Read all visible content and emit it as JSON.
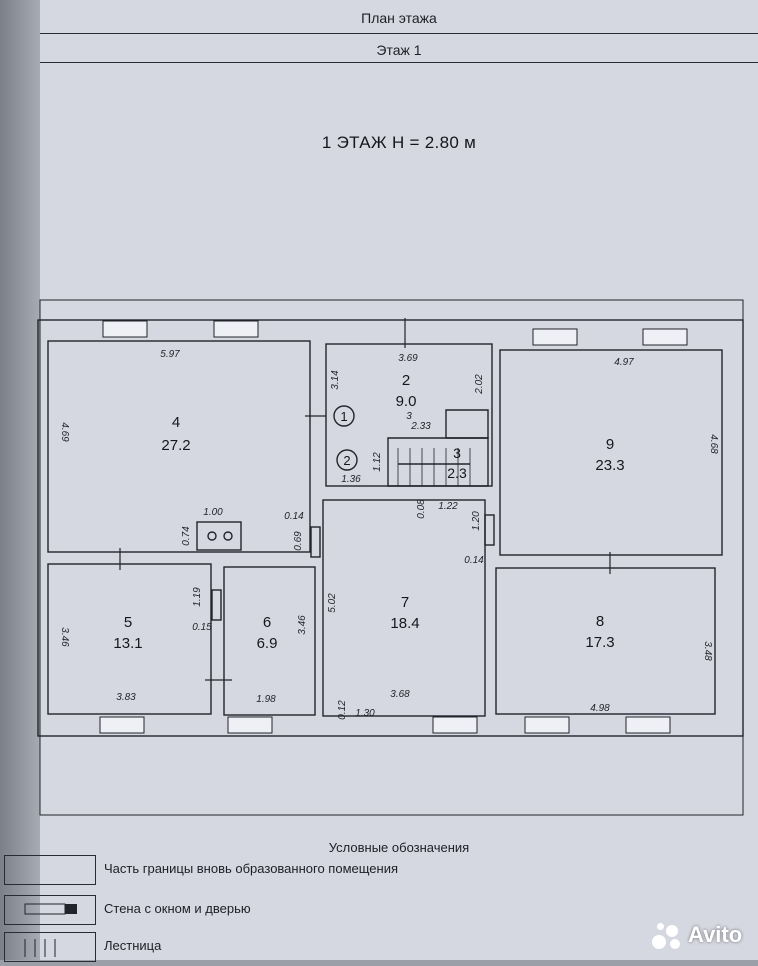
{
  "header": {
    "top_title": "План этажа",
    "floor_tab": "Этаж 1"
  },
  "plan_title": "1 ЭТАЖ H = 2.80 м",
  "rooms": [
    {
      "number": "4",
      "area": "27.2"
    },
    {
      "number": "2",
      "area": "9.0"
    },
    {
      "number": "3",
      "area": "2.3"
    },
    {
      "number": "9",
      "area": "23.3"
    },
    {
      "number": "5",
      "area": "13.1"
    },
    {
      "number": "6",
      "area": "6.9"
    },
    {
      "number": "7",
      "area": "18.4"
    },
    {
      "number": "8",
      "area": "17.3"
    }
  ],
  "dimensions": [
    "5.97",
    "4.69",
    "1.00",
    "0.74",
    "0.14",
    "0.69",
    "3.69",
    "3.14",
    "2.02",
    "2.33",
    "3",
    "1.12",
    "1.36",
    "0.08",
    "1.22",
    "1.20",
    "0.14",
    "4.97",
    "4.68",
    "1.19",
    "0.15",
    "3.46",
    "3.83",
    "3.46",
    "1.98",
    "5.02",
    "3.68",
    "0.12",
    "1.30",
    "4.98",
    "3.48"
  ],
  "markers": [
    "1",
    "2"
  ],
  "legend": {
    "title": "Условные обозначения",
    "items": [
      "Часть границы вновь образованного помещения",
      "Стена с окном и дверью",
      "Лестница"
    ]
  },
  "watermark": "Avito"
}
